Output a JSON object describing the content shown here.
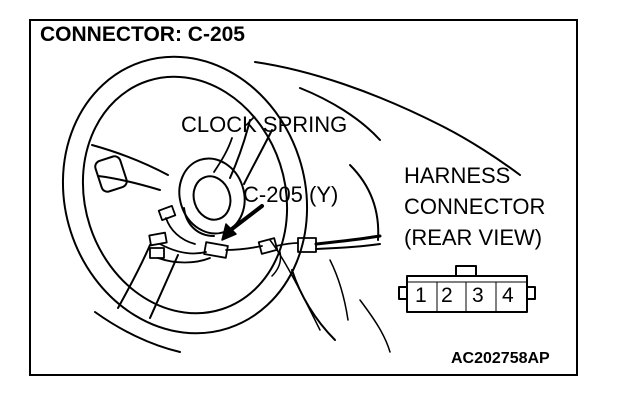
{
  "title": "CONNECTOR: C-205",
  "labels": {
    "clock_spring": "CLOCK SPRING",
    "connector_id": "C-205 (Y)",
    "harness_line1": "HARNESS",
    "harness_line2": "CONNECTOR",
    "harness_line3": "(REAR VIEW)"
  },
  "pins": [
    "1",
    "2",
    "3",
    "4"
  ],
  "reference_code": "AC202758AP"
}
